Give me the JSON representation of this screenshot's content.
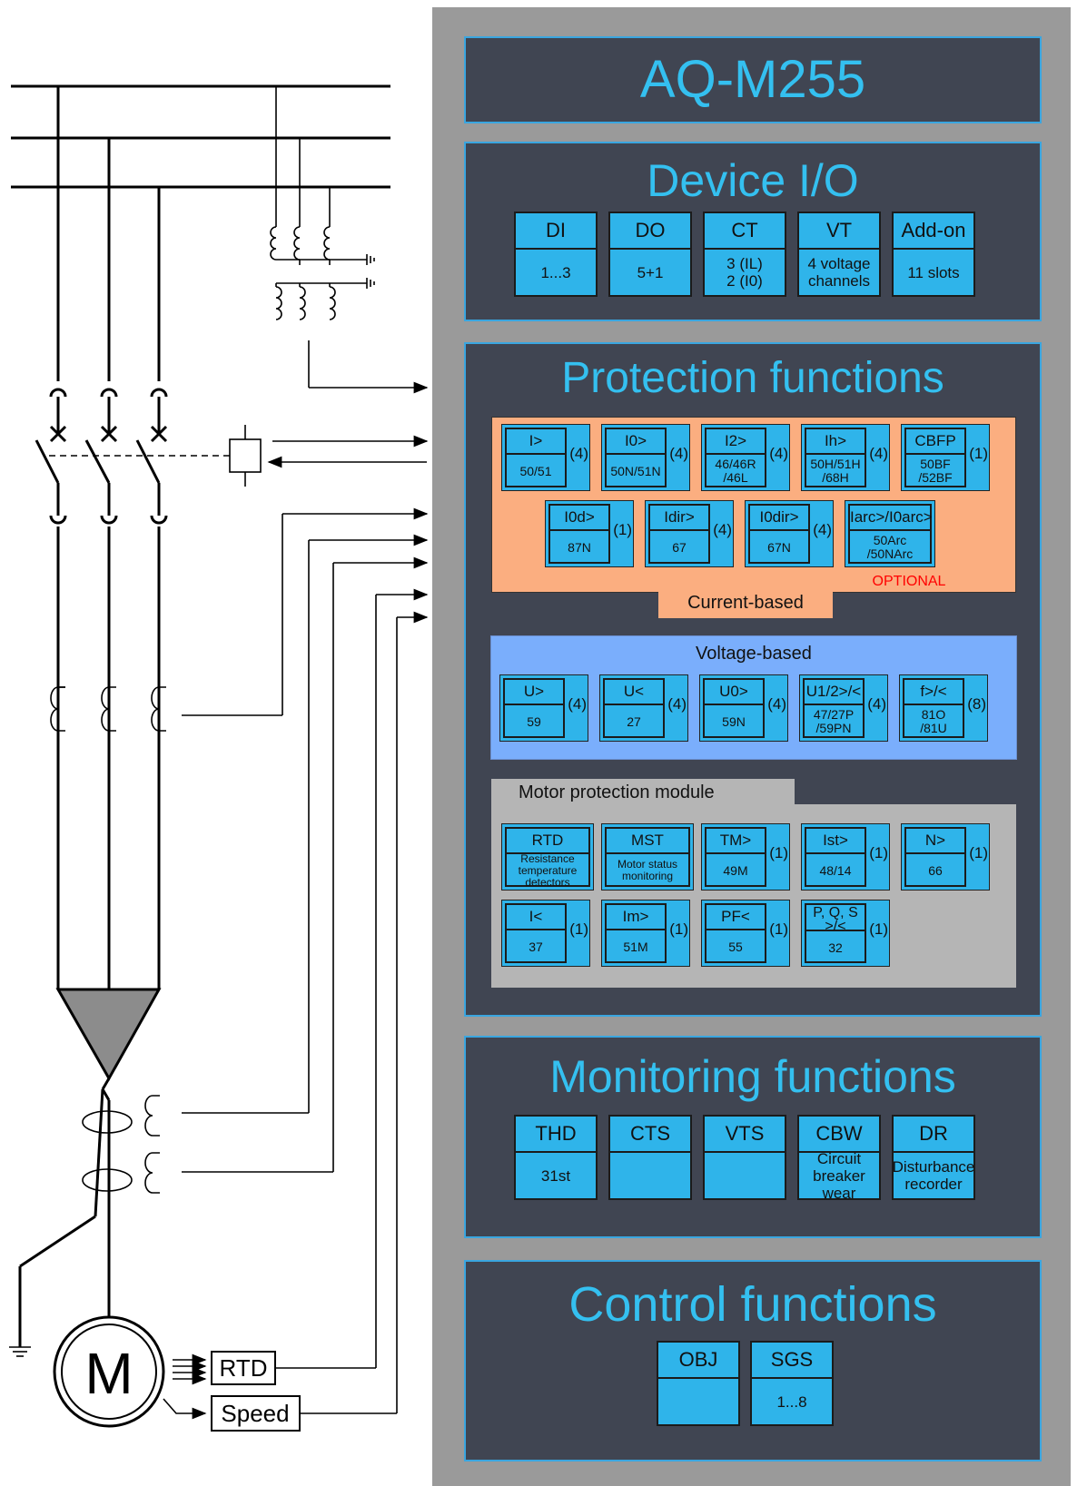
{
  "device": {
    "title": "AQ-M255"
  },
  "io": {
    "title": "Device I/O",
    "items": [
      {
        "label": "DI",
        "value": "1...3"
      },
      {
        "label": "DO",
        "value": "5+1"
      },
      {
        "label": "CT",
        "value": "3 (IL)\n2 (I0)"
      },
      {
        "label": "VT",
        "value": "4 voltage\nchannels"
      },
      {
        "label": "Add-on",
        "value": "11 slots"
      }
    ]
  },
  "protection": {
    "title": "Protection functions",
    "current": {
      "label": "Current-based",
      "optional": "OPTIONAL",
      "row1": [
        {
          "name": "I>",
          "code": "50/51",
          "count": "(4)"
        },
        {
          "name": "I0>",
          "code": "50N/51N",
          "count": "(4)"
        },
        {
          "name": "I2>",
          "code": "46/46R\n/46L",
          "count": "(4)"
        },
        {
          "name": "Ih>",
          "code": "50H/51H\n/68H",
          "count": "(4)"
        },
        {
          "name": "CBFP",
          "code": "50BF\n/52BF",
          "count": "(1)"
        }
      ],
      "row2": [
        {
          "name": "I0d>",
          "code": "87N",
          "count": "(1)"
        },
        {
          "name": "Idir>",
          "code": "67",
          "count": "(4)"
        },
        {
          "name": "I0dir>",
          "code": "67N",
          "count": "(4)"
        },
        {
          "name": "Iarc>/I0arc>",
          "code": "50Arc\n/50NArc",
          "count": ""
        }
      ]
    },
    "voltage": {
      "label": "Voltage-based",
      "items": [
        {
          "name": "U>",
          "code": "59",
          "count": "(4)"
        },
        {
          "name": "U<",
          "code": "27",
          "count": "(4)"
        },
        {
          "name": "U0>",
          "code": "59N",
          "count": "(4)"
        },
        {
          "name": "U1/2>/<",
          "code": "47/27P\n/59PN",
          "count": "(4)"
        },
        {
          "name": "f>/<",
          "code": "81O\n/81U",
          "count": "(8)"
        }
      ]
    },
    "motor": {
      "label": "Motor protection module",
      "row1": [
        {
          "name": "RTD",
          "code": "Resistance\ntemperature\ndetectors",
          "count": ""
        },
        {
          "name": "MST",
          "code": "Motor status\nmonitoring",
          "count": ""
        },
        {
          "name": "TM>",
          "code": "49M",
          "count": "(1)"
        },
        {
          "name": "Ist>",
          "code": "48/14",
          "count": "(1)"
        },
        {
          "name": "N>",
          "code": "66",
          "count": "(1)"
        }
      ],
      "row2": [
        {
          "name": "I<",
          "code": "37",
          "count": "(1)"
        },
        {
          "name": "Im>",
          "code": "51M",
          "count": "(1)"
        },
        {
          "name": "PF<",
          "code": "55",
          "count": "(1)"
        },
        {
          "name": "P, Q, S\n>/<",
          "code": "32",
          "count": "(1)"
        }
      ]
    }
  },
  "monitoring": {
    "title": "Monitoring functions",
    "items": [
      {
        "label": "THD",
        "value": "31st"
      },
      {
        "label": "CTS",
        "value": ""
      },
      {
        "label": "VTS",
        "value": ""
      },
      {
        "label": "CBW",
        "value": "Circuit\nbreaker\nwear"
      },
      {
        "label": "DR",
        "value": "Disturbance\nrecorder"
      }
    ]
  },
  "control": {
    "title": "Control functions",
    "items": [
      {
        "label": "OBJ",
        "value": ""
      },
      {
        "label": "SGS",
        "value": "1...8"
      }
    ]
  },
  "diagram": {
    "motor_label": "M",
    "rtd_label": "RTD",
    "speed_label": "Speed"
  },
  "colors": {
    "panel": "#9a9a9a",
    "section": "#404552",
    "accent": "#34c0f0",
    "box": "#2fb4ea",
    "current_bg": "#fbae80",
    "voltage_bg": "#7aaefc",
    "motor_bg": "#b5b5b5",
    "optional": "#ff0000"
  }
}
